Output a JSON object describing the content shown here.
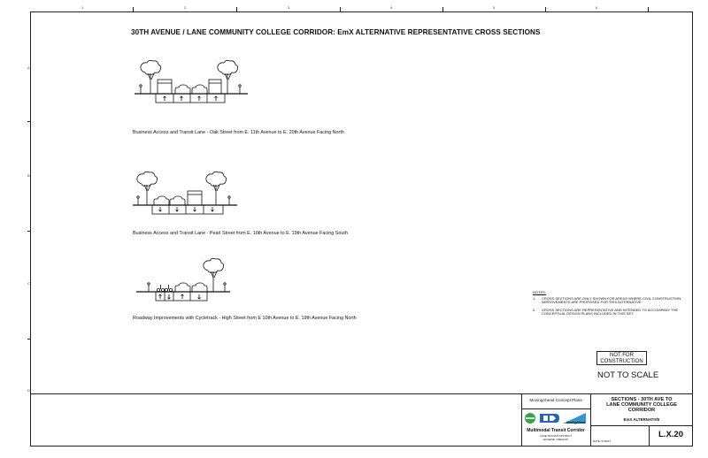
{
  "drawing": {
    "title": "30TH AVENUE / LANE COMMUNITY COLLEGE CORRIDOR: EmX ALTERNATIVE REPRESENTATIVE CROSS SECTIONS",
    "zone_columns": [
      "1",
      "2",
      "3",
      "4",
      "5",
      "6"
    ],
    "zone_rows": [
      "A",
      "B",
      "C",
      "D"
    ]
  },
  "sections": [
    {
      "caption": "Business Access and Transit Lane - Oak Street from E. 11th Avenue to E. 20th Avenue Facing North"
    },
    {
      "caption": "Business Access and Transit Lane - Pearl Street from E. 10th Avenue to E. 19th Avenue Facing South"
    },
    {
      "caption": "Roadway Improvements with Cycletrack - High Street from E 10th Avenue to E. 19th Avenue Facing North"
    }
  ],
  "notes": {
    "heading": "NOTES:",
    "items": [
      {
        "num": "1.",
        "text": "Cross sections are only shown for areas where civil construction improvements are proposed for this alternative."
      },
      {
        "num": "2.",
        "text": "Cross sections are representative and intended to accompany the conceptual design plans included in this set."
      }
    ]
  },
  "stamp": {
    "line1": "NOT FOR",
    "line2": "CONSTRUCTION"
  },
  "scale_note": "NOT TO SCALE",
  "title_block": {
    "project_set": "MovingAhead Concept Plans",
    "logo_text": "MovingAhead",
    "org_name": "Multimodal Transit Corridor",
    "org_sub1": "LANE TRANSIT DISTRICT",
    "org_sub2": "EUGENE, OREGON",
    "date_label": "DATE: 07/2017",
    "sheet_title_1": "SECTIONS - 30TH AVE TO",
    "sheet_title_2": "LANE COMMUNITY COLLEGE",
    "sheet_title_3": "CORRIDOR",
    "sheet_title_4": "EmX ALTERNATIVE",
    "sheet_number": "L.X.20"
  },
  "colors": {
    "ink": "#111111",
    "ltd_green": "#3aa14a",
    "ltd_blue": "#1f67b1",
    "ltd_teal": "#2e9ad0"
  }
}
